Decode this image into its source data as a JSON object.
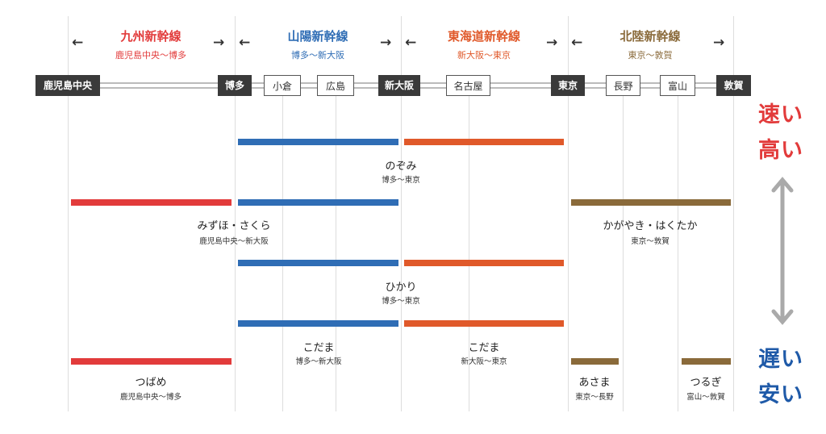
{
  "colors": {
    "kyushu": "#e23b3b",
    "sanyo": "#2f6db5",
    "tokaido": "#e0592a",
    "hokuriku": "#8a6a3a",
    "fast": "#e23b3b",
    "slow": "#1f5aa8"
  },
  "lines": [
    {
      "name": "九州新幹線",
      "range": "鹿児島中央〜博多"
    },
    {
      "name": "山陽新幹線",
      "range": "博多〜新大阪"
    },
    {
      "name": "東海道新幹線",
      "range": "新大阪〜東京"
    },
    {
      "name": "北陸新幹線",
      "range": "東京〜敦賀"
    }
  ],
  "arrows": {
    "left": "←",
    "right": "→"
  },
  "stations": [
    "鹿児島中央",
    "博多",
    "小倉",
    "広島",
    "新大阪",
    "名古屋",
    "東京",
    "長野",
    "富山",
    "敦賀"
  ],
  "trains": [
    {
      "name": "のぞみ",
      "range": "博多〜東京"
    },
    {
      "name": "みずほ・さくら",
      "range": "鹿児島中央〜新大阪"
    },
    {
      "name": "かがやき・はくたか",
      "range": "東京〜敦賀"
    },
    {
      "name": "ひかり",
      "range": "博多〜東京"
    },
    {
      "name": "こだま",
      "range": "博多〜新大阪"
    },
    {
      "name": "こだま",
      "range": "新大阪〜東京"
    },
    {
      "name": "つばめ",
      "range": "鹿児島中央〜博多"
    },
    {
      "name": "あさま",
      "range": "東京〜長野"
    },
    {
      "name": "つるぎ",
      "range": "富山〜敦賀"
    }
  ],
  "legend": {
    "fast": "速い",
    "high": "高い",
    "slow": "遅い",
    "cheap": "安い"
  }
}
